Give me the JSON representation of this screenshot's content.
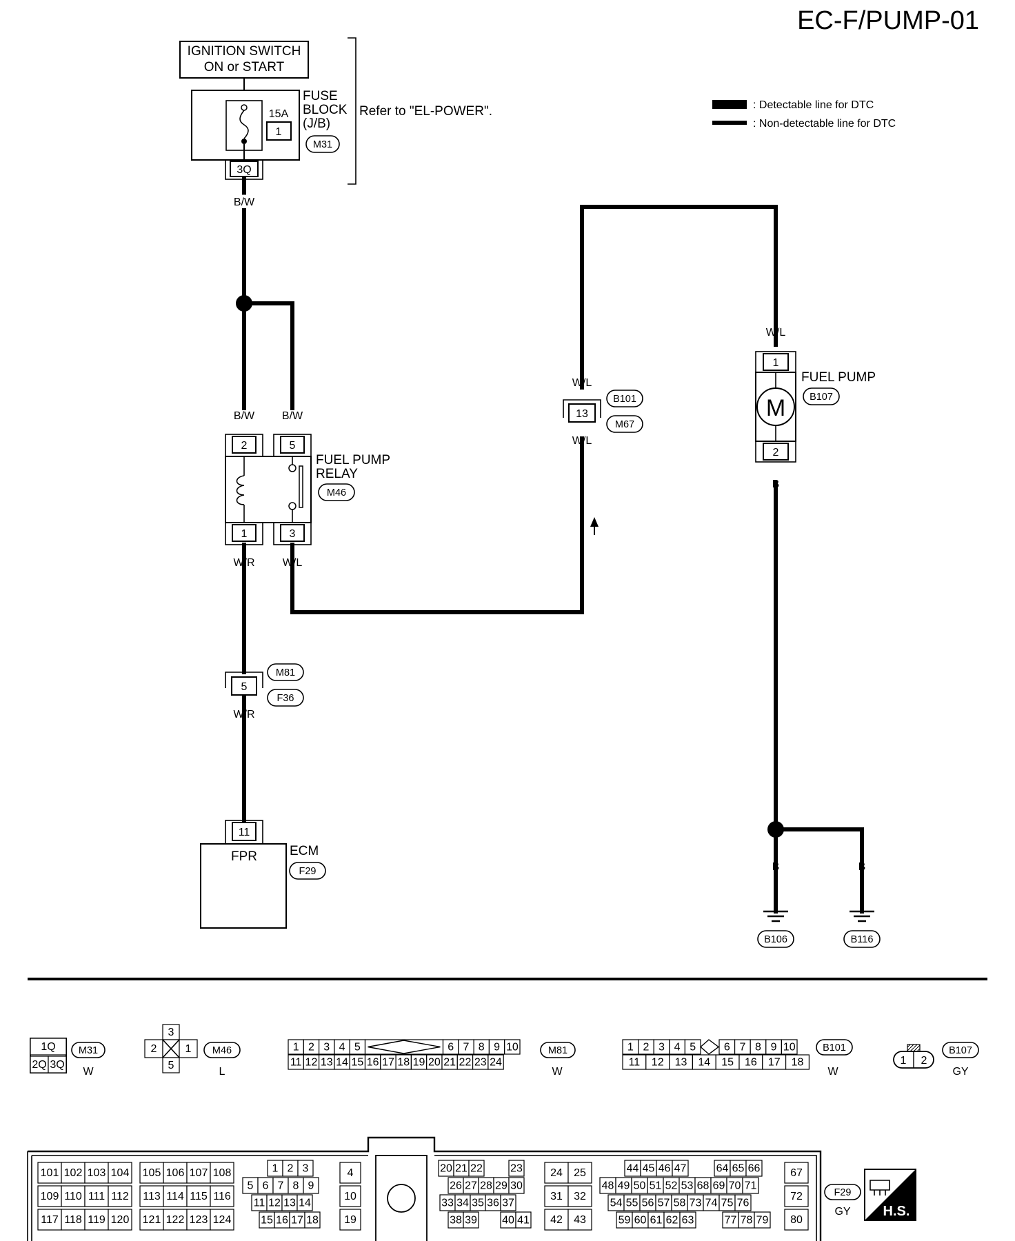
{
  "title": "EC-F/PUMP-01",
  "legend": [
    {
      "id": "detectable",
      "text": ": Detectable line for DTC"
    },
    {
      "id": "nondetectable",
      "text": ": Non-detectable line for DTC"
    }
  ],
  "labels": {
    "ignition_line1": "IGNITION SWITCH",
    "ignition_line2": "ON or START",
    "fuse_block_1": "FUSE",
    "fuse_block_2": "BLOCK",
    "fuse_block_3": "(J/B)",
    "fuse_rating": "15A",
    "fuse_number": "1",
    "refer_to": "Refer to \"EL-POWER\".",
    "relay_1": "FUEL PUMP",
    "relay_2": "RELAY",
    "fuel_pump": "FUEL PUMP",
    "motor_symbol": "M",
    "ecm": "ECM",
    "ecm_terminal_name": "FPR",
    "hs": "H.S."
  },
  "wire_colors": {
    "bw_fuse": "B/W",
    "bw_relay2": "B/W",
    "bw_relay5": "B/W",
    "wr_relay1": "W/R",
    "wl_relay3": "W/L",
    "wr_m81_lower": "W/R",
    "wl_b101_top": "W/L",
    "wl_b101_bottom": "W/L",
    "wl_pump": "W/L",
    "b_pump": "B",
    "b_gnd1": "B",
    "b_gnd2": "B"
  },
  "terminals": {
    "fuse_out": "3Q",
    "relay_2": "2",
    "relay_5": "5",
    "relay_1": "1",
    "relay_3": "3",
    "m81_f36": "5",
    "ecm": "11",
    "b101_m67": "13",
    "pump_1": "1",
    "pump_2": "2"
  },
  "connector_ids": {
    "m31": "M31",
    "m46": "M46",
    "m81": "M81",
    "f36": "F36",
    "f29": "F29",
    "b101": "B101",
    "m67": "M67",
    "b107": "B107",
    "b106": "B106",
    "b116": "B116"
  },
  "connector_views": {
    "m31": {
      "id": "M31",
      "color": "W",
      "row1": [
        "1Q"
      ],
      "row2": [
        "2Q",
        "3Q"
      ]
    },
    "m46": {
      "id": "M46",
      "color": "L",
      "pins": [
        "3",
        "2",
        "1",
        "5"
      ]
    },
    "m81": {
      "id": "M81",
      "color": "W",
      "row1a": [
        "1",
        "2",
        "3",
        "4",
        "5"
      ],
      "row1b": [
        "6",
        "7",
        "8",
        "9",
        "10"
      ],
      "row2": [
        "11",
        "12",
        "13",
        "14",
        "15",
        "16",
        "17",
        "18",
        "19",
        "20",
        "21",
        "22",
        "23",
        "24"
      ]
    },
    "b101": {
      "id": "B101",
      "color": "W",
      "row1a": [
        "1",
        "2",
        "3",
        "4",
        "5"
      ],
      "row1b": [
        "6",
        "7",
        "8",
        "9",
        "10"
      ],
      "row2": [
        "11",
        "12",
        "13",
        "14",
        "15",
        "16",
        "17",
        "18"
      ]
    },
    "b107": {
      "id": "B107",
      "color": "GY",
      "pins": [
        "1",
        "2"
      ]
    },
    "f29": {
      "id": "F29",
      "color": "GY",
      "g1r1": [
        "101",
        "102",
        "103",
        "104"
      ],
      "g1r2": [
        "109",
        "110",
        "111",
        "112"
      ],
      "g1r3": [
        "117",
        "118",
        "119",
        "120"
      ],
      "g2r1": [
        "105",
        "106",
        "107",
        "108"
      ],
      "g2r2": [
        "113",
        "114",
        "115",
        "116"
      ],
      "g2r3": [
        "121",
        "122",
        "123",
        "124"
      ],
      "g3r1": [
        "1",
        "2",
        "3"
      ],
      "g3r2": [
        "5",
        "6",
        "7",
        "8",
        "9"
      ],
      "g3r3": [
        "11",
        "12",
        "13",
        "14"
      ],
      "g3r4": [
        "15",
        "16",
        "17",
        "18"
      ],
      "g4": [
        "4",
        "10",
        "19"
      ],
      "g5r1": [
        "20",
        "21",
        "22",
        "23"
      ],
      "g5r2": [
        "26",
        "27",
        "28",
        "29",
        "30"
      ],
      "g5r3": [
        "33",
        "34",
        "35",
        "36",
        "37"
      ],
      "g5r4": [
        "38",
        "39",
        "40",
        "41"
      ],
      "g6": [
        "24",
        "25",
        "31",
        "32",
        "42",
        "43"
      ],
      "g7r1": [
        "44",
        "45",
        "46",
        "47",
        "64",
        "65",
        "66"
      ],
      "g7r2": [
        "48",
        "49",
        "50",
        "51",
        "52",
        "53",
        "68",
        "69",
        "70",
        "71"
      ],
      "g7r3": [
        "54",
        "55",
        "56",
        "57",
        "58",
        "73",
        "74",
        "75",
        "76"
      ],
      "g7r4": [
        "59",
        "60",
        "61",
        "62",
        "63",
        "77",
        "78",
        "79"
      ],
      "g8": [
        "67",
        "72",
        "80"
      ]
    }
  }
}
